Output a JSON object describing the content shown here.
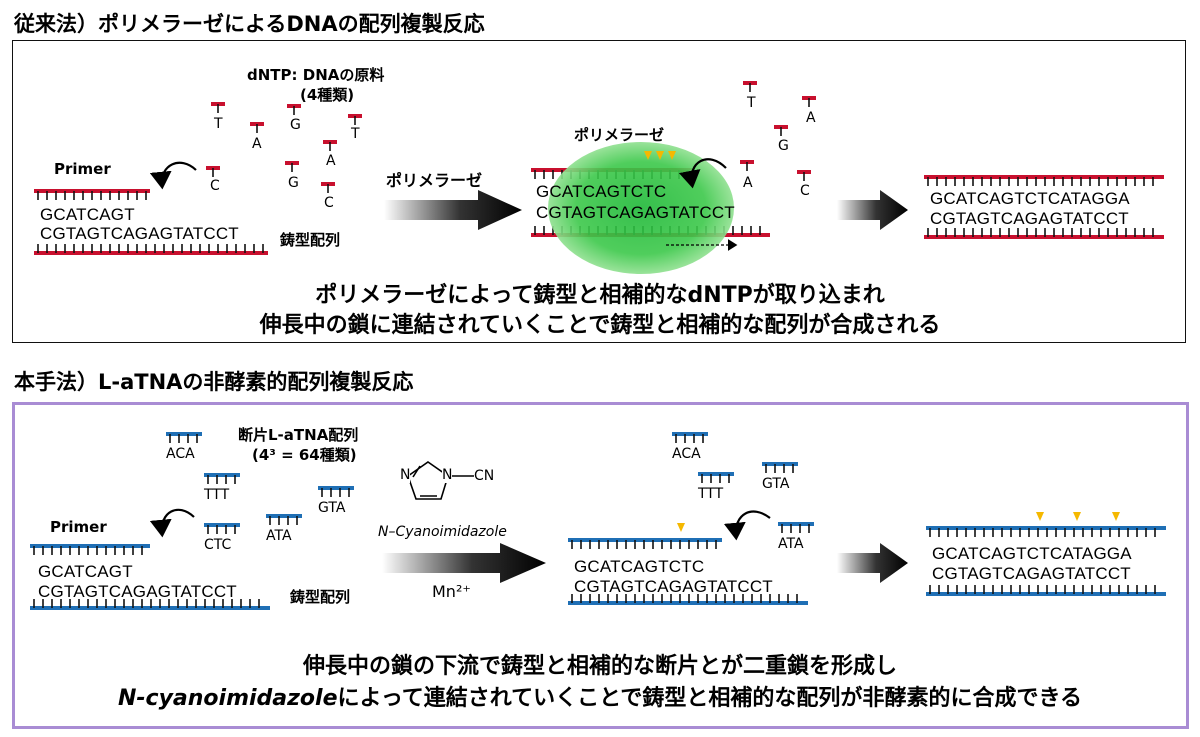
{
  "top": {
    "heading": "従来法）ポリメラーゼによるDNAの配列複製反応",
    "dntp_label_line1": "dNTP: DNAの原料",
    "dntp_label_line2": "(4種類)",
    "primer_label": "Primer",
    "template_label": "鋳型配列",
    "polymerase_label": "ポリメラーゼ",
    "arrow_label": "ポリメラーゼ",
    "seq_primer": "GCATCAGT",
    "seq_template": "CGTAGTCAGAGTATCCT",
    "seq_mid_primer": "GCATCAGTCTC",
    "seq_mid_template": "CGTAGTCAGAGTATCCT",
    "seq_final_top": "GCATCAGTCTCATAGGA",
    "seq_final_bottom": "CGTAGTCAGAGTATCCT",
    "nucleotides": [
      "T",
      "A",
      "G",
      "T",
      "A",
      "C",
      "G",
      "C"
    ],
    "nucleotides_right": [
      "T",
      "A",
      "G",
      "A",
      "C"
    ],
    "caption_line1": "ポリメラーゼによって鋳型と相補的なdNTPが取り込まれ",
    "caption_line2": "伸長中の鎖に連結されていくことで鋳型と相補的な配列が合成される"
  },
  "bottom": {
    "heading": "本手法）L-aTNAの非酵素的配列複製反応",
    "fragment_label_line1": "断片L-aTNA配列",
    "fragment_label_line2": "(4³ = 64種類)",
    "primer_label": "Primer",
    "template_label": "鋳型配列",
    "reagent_name": "N–Cyanoimidazole",
    "reagent_cn": "CN",
    "reagent_n1": "N",
    "reagent_n2": "N",
    "metal": "Mn²⁺",
    "fragments_left": [
      "ACA",
      "TTT",
      "CTC",
      "ATA",
      "GTA"
    ],
    "fragments_right": [
      "ACA",
      "TTT",
      "GTA",
      "ATA"
    ],
    "seq_primer": "GCATCAGT",
    "seq_template": "CGTAGTCAGAGTATCCT",
    "seq_mid_primer": "GCATCAGTCTC",
    "seq_mid_template": "CGTAGTCAGAGTATCCT",
    "seq_final_top": "GCATCAGTCTCATAGGA",
    "seq_final_bottom": "CGTAGTCAGAGTATCCT",
    "caption_line1": "伸長中の鎖の下流で鋳型と相補的な断片とが二重鎖を形成し",
    "caption_line2_bold": "N-cyanoimidazole",
    "caption_line2_rest": "によって連結されていくことで鋳型と相補的な配列が非酵素的に合成できる"
  },
  "colors": {
    "dna_red": "#c8102e",
    "tna_blue": "#1f6fb5",
    "polymerase_green": "#32c040",
    "frame_purple": "#a98cd4",
    "marker_yellow": "#f5b800"
  }
}
